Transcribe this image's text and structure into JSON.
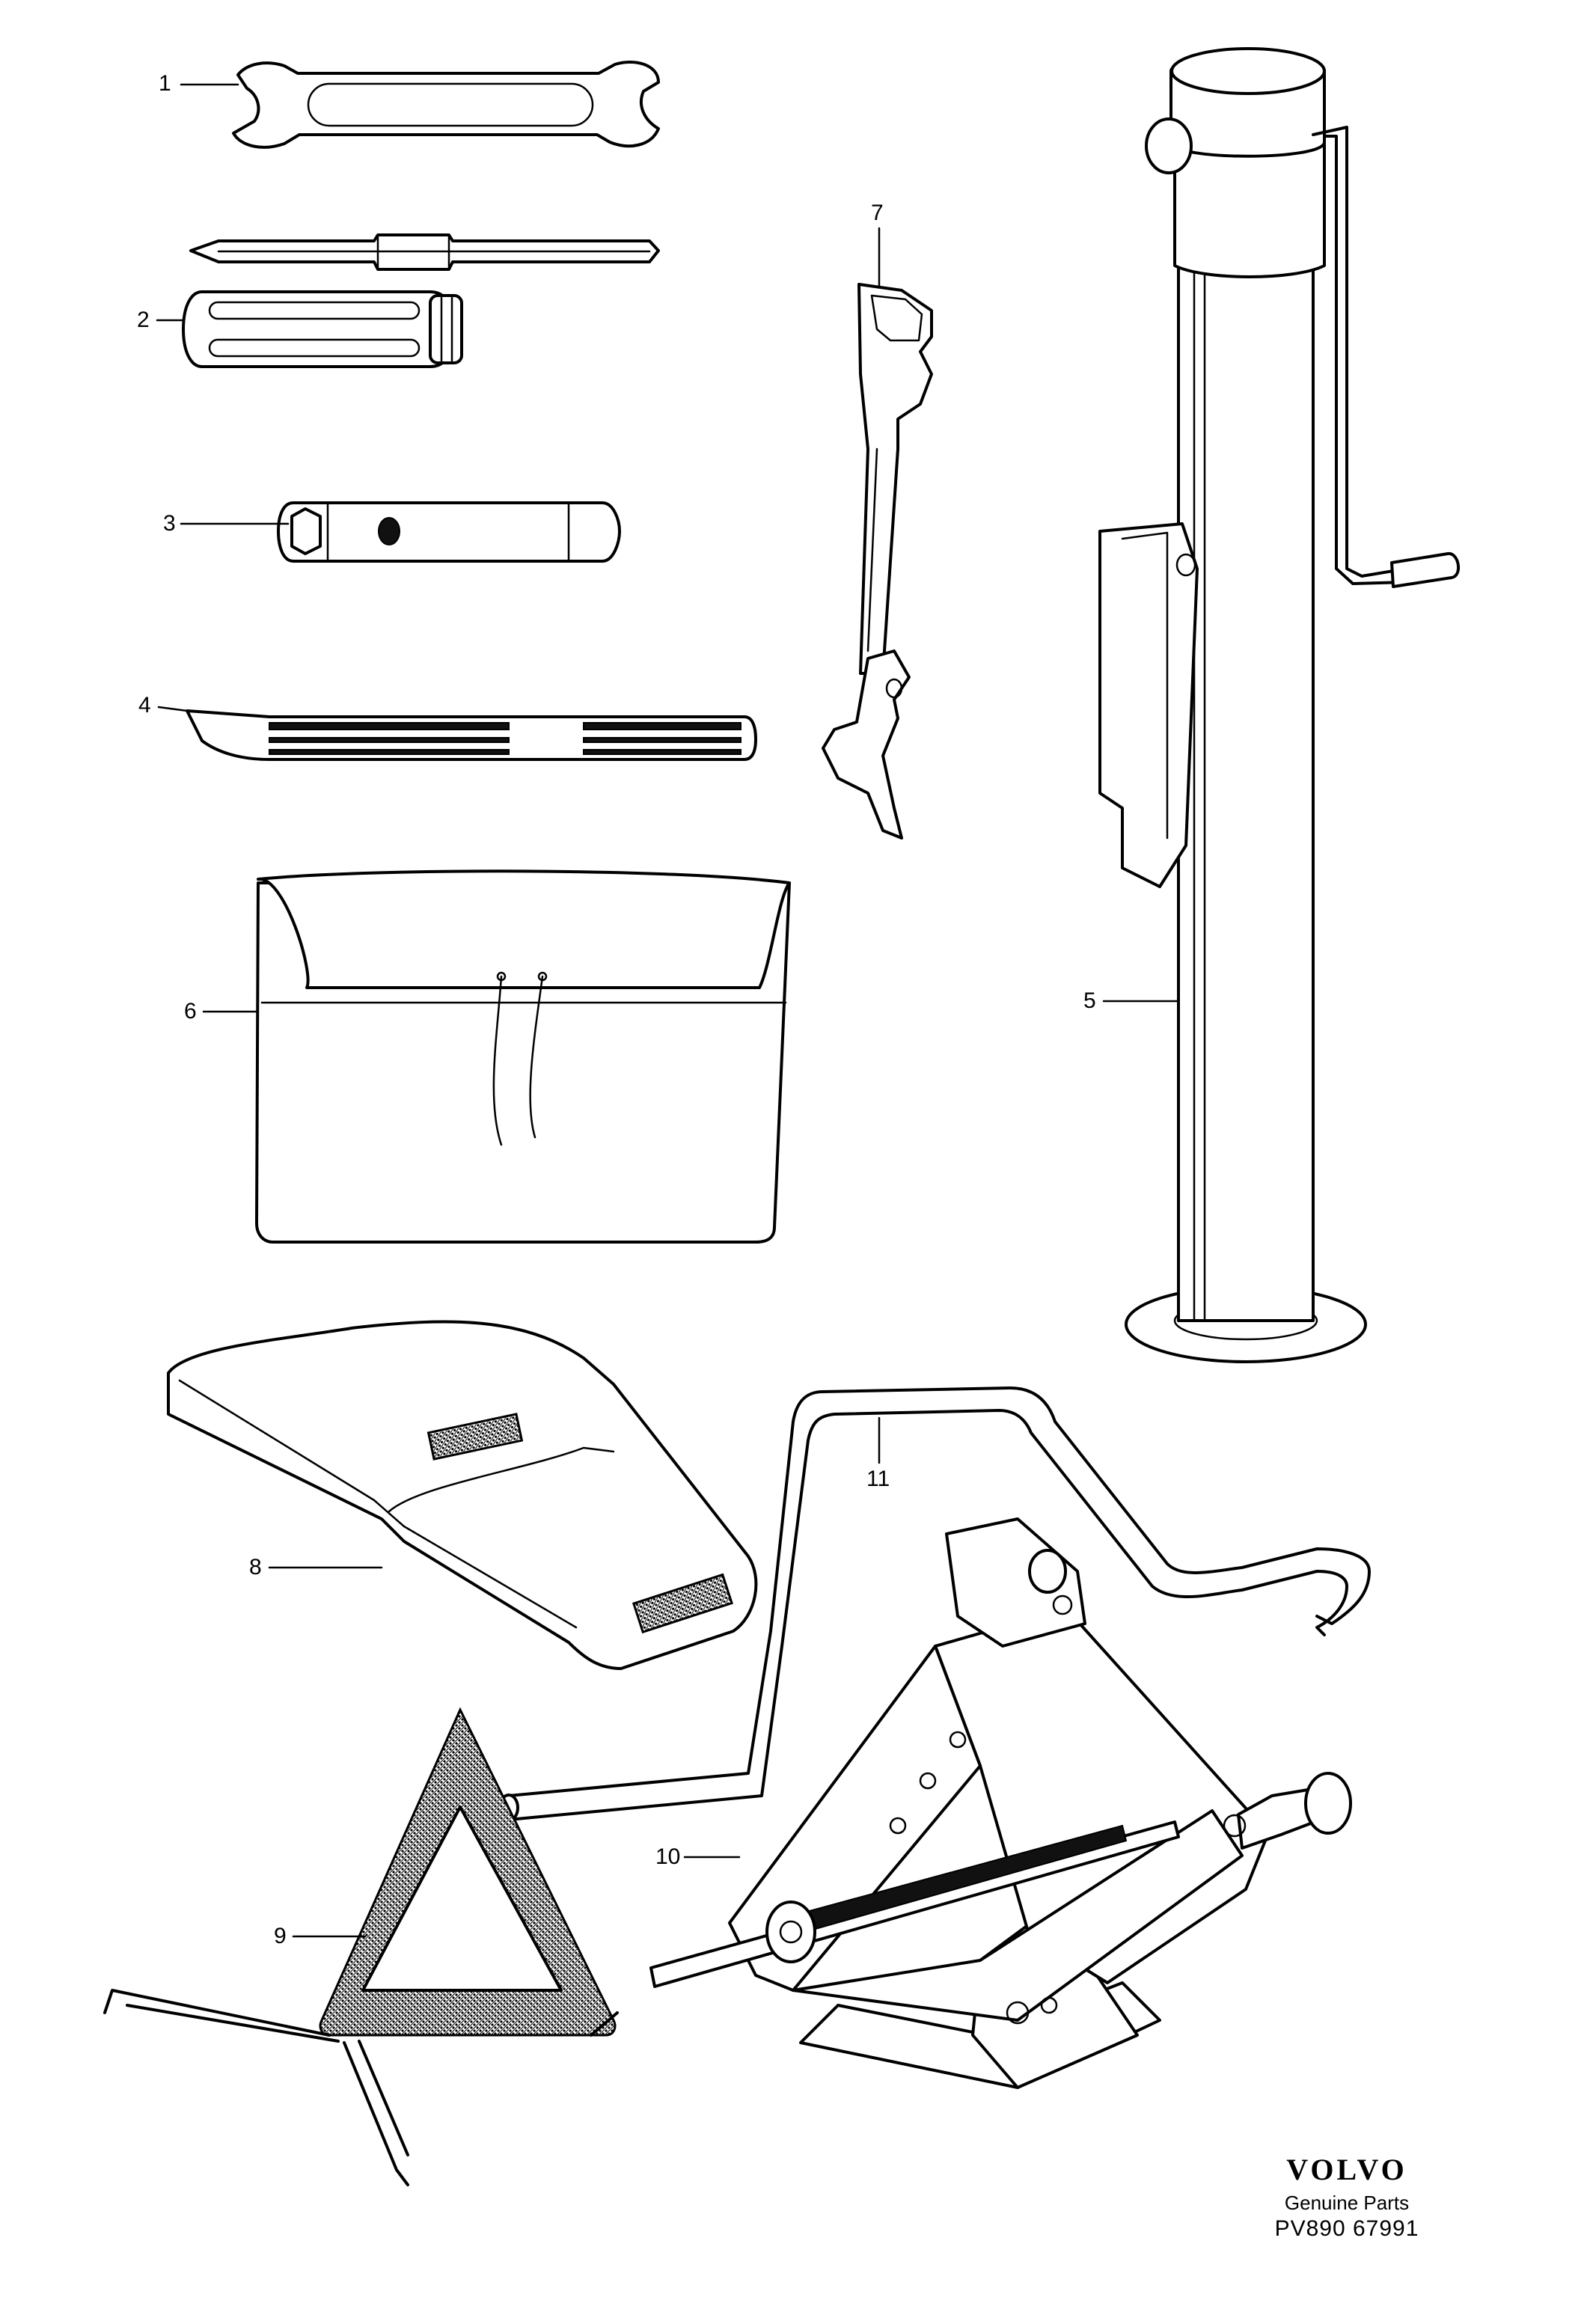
{
  "callouts": [
    {
      "id": "c1",
      "label": "1"
    },
    {
      "id": "c2",
      "label": "2"
    },
    {
      "id": "c3",
      "label": "3"
    },
    {
      "id": "c4",
      "label": "4"
    },
    {
      "id": "c5",
      "label": "5"
    },
    {
      "id": "c6",
      "label": "6"
    },
    {
      "id": "c7",
      "label": "7"
    },
    {
      "id": "c8",
      "label": "8"
    },
    {
      "id": "c9",
      "label": "9"
    },
    {
      "id": "c10",
      "label": "10"
    },
    {
      "id": "c11",
      "label": "11"
    }
  ],
  "brand": {
    "logo": "VOLVO",
    "subtitle": "Genuine Parts",
    "code": "PV890 67991"
  },
  "icons": [
    "open-end-wrench-icon",
    "screwdriver-icon",
    "box-spanner-icon",
    "tyre-lever-icon",
    "post-jack-icon",
    "tool-bag-icon",
    "jack-bracket-icon",
    "triangle-case-icon",
    "warning-triangle-icon",
    "scissor-jack-icon",
    "jack-crank-handle-icon"
  ]
}
